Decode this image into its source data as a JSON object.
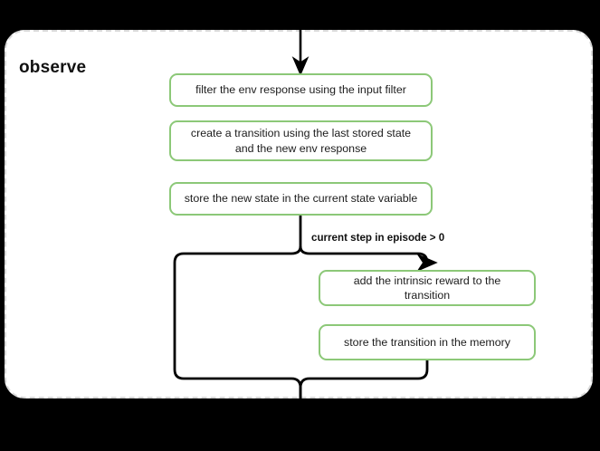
{
  "diagram": {
    "title": "observe",
    "background_color": "#000000",
    "group": {
      "name": "observe",
      "border_style": "dashed",
      "border_color": "#d9d9d9",
      "fill_color": "#ffffff"
    },
    "node_color": "#8cc878",
    "node_fill": "#ffffff",
    "edge_color": "#000000",
    "nodes": [
      {
        "id": "filter",
        "label": "filter the env response using the input filter"
      },
      {
        "id": "create",
        "label": "create a transition using the last stored state and the new env response"
      },
      {
        "id": "store_state",
        "label": "store the new state in the current state variable"
      },
      {
        "id": "intrinsic",
        "label": "add the intrinsic reward to the transition"
      },
      {
        "id": "store_trans",
        "label": "store the transition in the memory"
      }
    ],
    "edges": [
      {
        "from": "entry",
        "to": "filter",
        "label": ""
      },
      {
        "from": "store_state",
        "to": "intrinsic",
        "label": "current step in episode > 0"
      },
      {
        "from": "store_state",
        "to": "exit",
        "label": ""
      },
      {
        "from": "store_trans",
        "to": "exit",
        "label": ""
      }
    ],
    "labels": {
      "condition": "current step in episode > 0"
    }
  }
}
